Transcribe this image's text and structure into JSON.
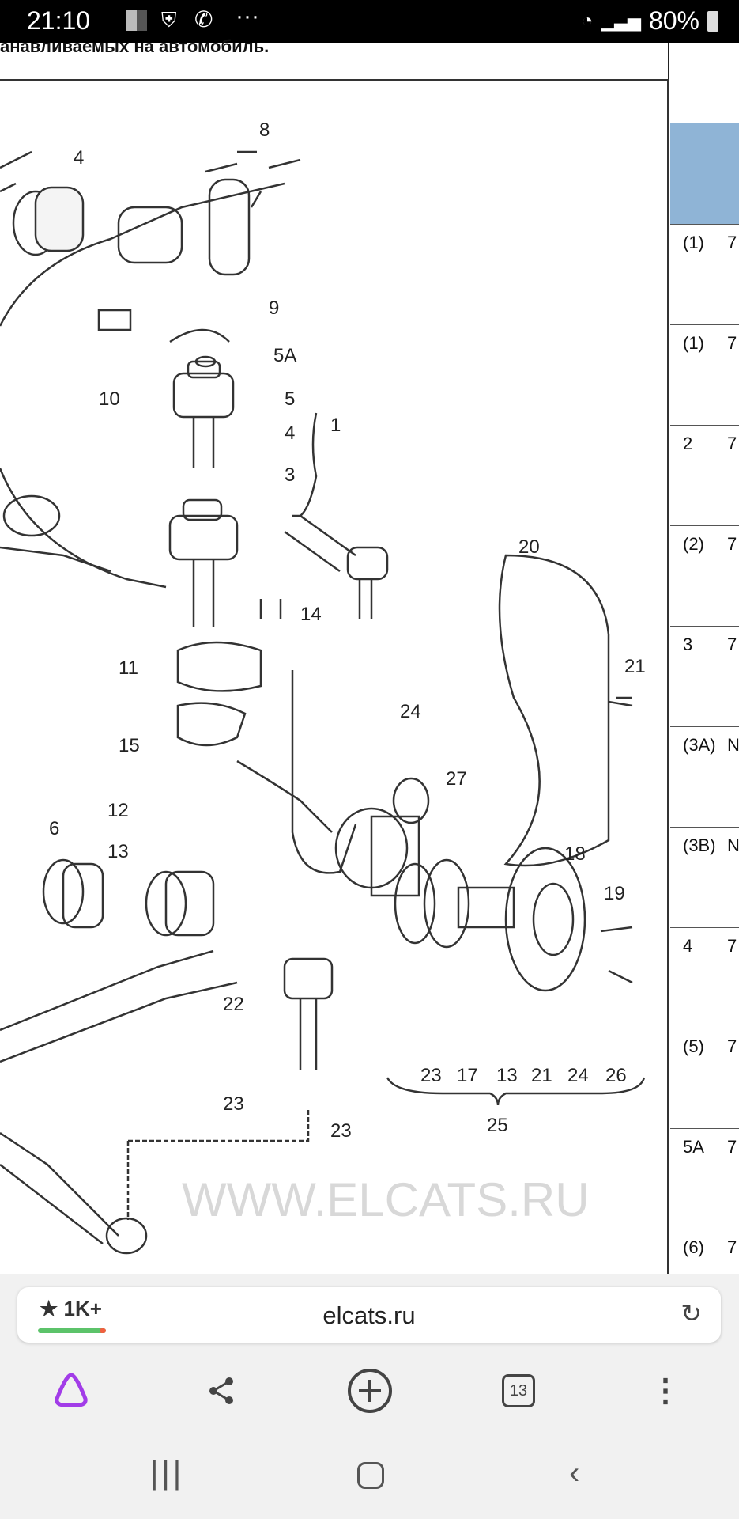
{
  "status_bar": {
    "time": "21:10",
    "more": "···",
    "battery": "80%"
  },
  "page": {
    "heading": "анавливаемых на автомобиль.",
    "watermark": "WWW.ELCATS.RU",
    "diagram_labels": [
      "8",
      "4",
      "9",
      "5A",
      "10",
      "5",
      "4",
      "1",
      "3",
      "20",
      "14",
      "21",
      "11",
      "24",
      "15",
      "27",
      "12",
      "6",
      "13",
      "18",
      "19",
      "22",
      "23",
      "23",
      "23",
      "17",
      "13",
      "21",
      "24",
      "26",
      "25"
    ],
    "table_rows": [
      {
        "num": "(1)",
        "cut": "7"
      },
      {
        "num": "(1)",
        "cut": "7"
      },
      {
        "num": "2",
        "cut": "7"
      },
      {
        "num": "(2)",
        "cut": "7"
      },
      {
        "num": "3",
        "cut": "7"
      },
      {
        "num": "(3A)",
        "cut": "N"
      },
      {
        "num": "(3B)",
        "cut": "N"
      },
      {
        "num": "4",
        "cut": "7"
      },
      {
        "num": "(5)",
        "cut": "7"
      },
      {
        "num": "5A",
        "cut": "7"
      },
      {
        "num": "(6)",
        "cut": "7"
      }
    ]
  },
  "browser": {
    "rating": "★ 1K+",
    "url": "elcats.ru",
    "tabs_count": "13"
  }
}
